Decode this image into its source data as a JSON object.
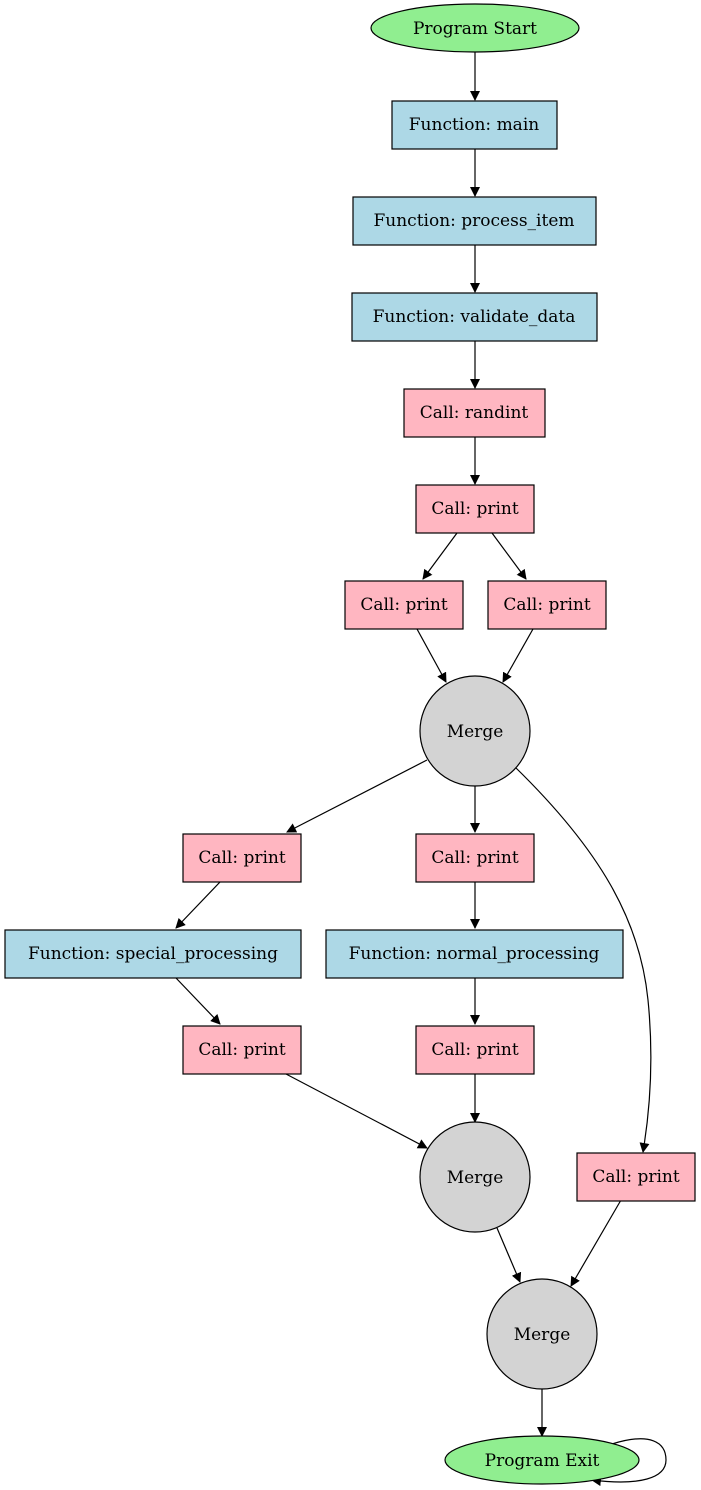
{
  "nodes": {
    "start": "Program Start",
    "fn_main": "Function: main",
    "fn_process_item": "Function: process_item",
    "fn_validate_data": "Function: validate_data",
    "call_randint": "Call: randint",
    "call_print_1": "Call: print",
    "call_print_2": "Call: print",
    "call_print_3": "Call: print",
    "merge_1": "Merge",
    "call_print_4": "Call: print",
    "call_print_5": "Call: print",
    "fn_special_processing": "Function: special_processing",
    "fn_normal_processing": "Function: normal_processing",
    "call_print_6": "Call: print",
    "call_print_7": "Call: print",
    "merge_2": "Merge",
    "call_print_8": "Call: print",
    "merge_3": "Merge",
    "exit": "Program Exit"
  },
  "colors": {
    "terminal": "#90ee90",
    "function": "#add8e6",
    "call": "#ffb6c1",
    "merge": "#d3d3d3"
  }
}
